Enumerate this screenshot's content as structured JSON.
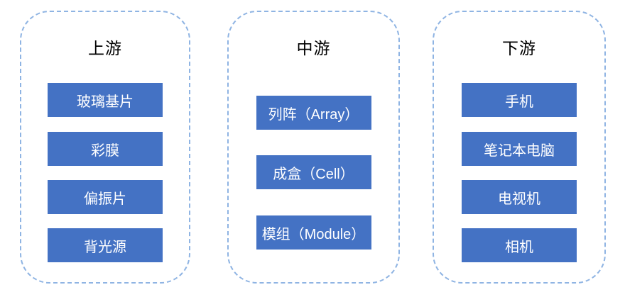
{
  "diagram": {
    "columns": [
      {
        "title": "上游",
        "items": [
          "玻璃基片",
          "彩膜",
          "偏振片",
          "背光源"
        ]
      },
      {
        "title": "中游",
        "items": [
          "列阵（Array）",
          "成盒（Cell）",
          "模组（Module）"
        ]
      },
      {
        "title": "下游",
        "items": [
          "手机",
          "笔记本电脑",
          "电视机",
          "相机"
        ]
      }
    ],
    "colors": {
      "box_fill": "#4472C4",
      "box_text": "#FFFFFF",
      "dashed_border": "#8FB4E3",
      "title_text": "#000000"
    }
  }
}
